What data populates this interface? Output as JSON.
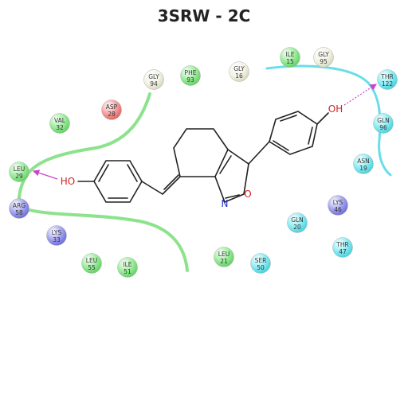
{
  "title": "3SRW - 2C",
  "colors": {
    "hydrophobic": "#7ee07e",
    "polar": "#6fe0e8",
    "negative": "#f08080",
    "positive": "#8a8ae6",
    "glycine": "#eeeedd",
    "exposure_green": "#7fe07f",
    "exposure_cyan": "#4fd8e4",
    "hbond_arrow": "#cc44cc",
    "bond": "#222222",
    "oxygen": "#d62020",
    "nitrogen": "#2030c0"
  },
  "atoms": {
    "hydroxyl_left": "HO",
    "hydroxyl_right": "OH",
    "ring_oxygen": "O",
    "ring_nitrogen": "N"
  },
  "residues": [
    {
      "id": "gly94",
      "name": "GLY",
      "num": "94",
      "type": "glycine"
    },
    {
      "id": "phe93",
      "name": "PHE",
      "num": "93",
      "type": "hydrophobic"
    },
    {
      "id": "gly16",
      "name": "GLY",
      "num": "16",
      "type": "glycine"
    },
    {
      "id": "ile15",
      "name": "ILE",
      "num": "15",
      "type": "hydrophobic"
    },
    {
      "id": "gly95",
      "name": "GLY",
      "num": "95",
      "type": "glycine"
    },
    {
      "id": "thr122",
      "name": "THR",
      "num": "122",
      "type": "polar"
    },
    {
      "id": "asp28",
      "name": "ASP",
      "num": "28",
      "type": "negative"
    },
    {
      "id": "val32",
      "name": "VAL",
      "num": "32",
      "type": "hydrophobic"
    },
    {
      "id": "gln96",
      "name": "GLN",
      "num": "96",
      "type": "polar"
    },
    {
      "id": "leu29",
      "name": "LEU",
      "num": "29",
      "type": "hydrophobic"
    },
    {
      "id": "asn19",
      "name": "ASN",
      "num": "19",
      "type": "polar"
    },
    {
      "id": "arg58",
      "name": "ARG",
      "num": "58",
      "type": "positive"
    },
    {
      "id": "lys46",
      "name": "LYS",
      "num": "46",
      "type": "positive"
    },
    {
      "id": "lys33",
      "name": "LYS",
      "num": "33",
      "type": "positive"
    },
    {
      "id": "gln20",
      "name": "GLN",
      "num": "20",
      "type": "polar"
    },
    {
      "id": "thr47",
      "name": "THR",
      "num": "47",
      "type": "polar"
    },
    {
      "id": "leu55",
      "name": "LEU",
      "num": "55",
      "type": "hydrophobic"
    },
    {
      "id": "ile51",
      "name": "ILE",
      "num": "51",
      "type": "hydrophobic"
    },
    {
      "id": "leu21",
      "name": "LEU",
      "num": "21",
      "type": "hydrophobic"
    },
    {
      "id": "ser50",
      "name": "SER",
      "num": "50",
      "type": "polar"
    }
  ]
}
